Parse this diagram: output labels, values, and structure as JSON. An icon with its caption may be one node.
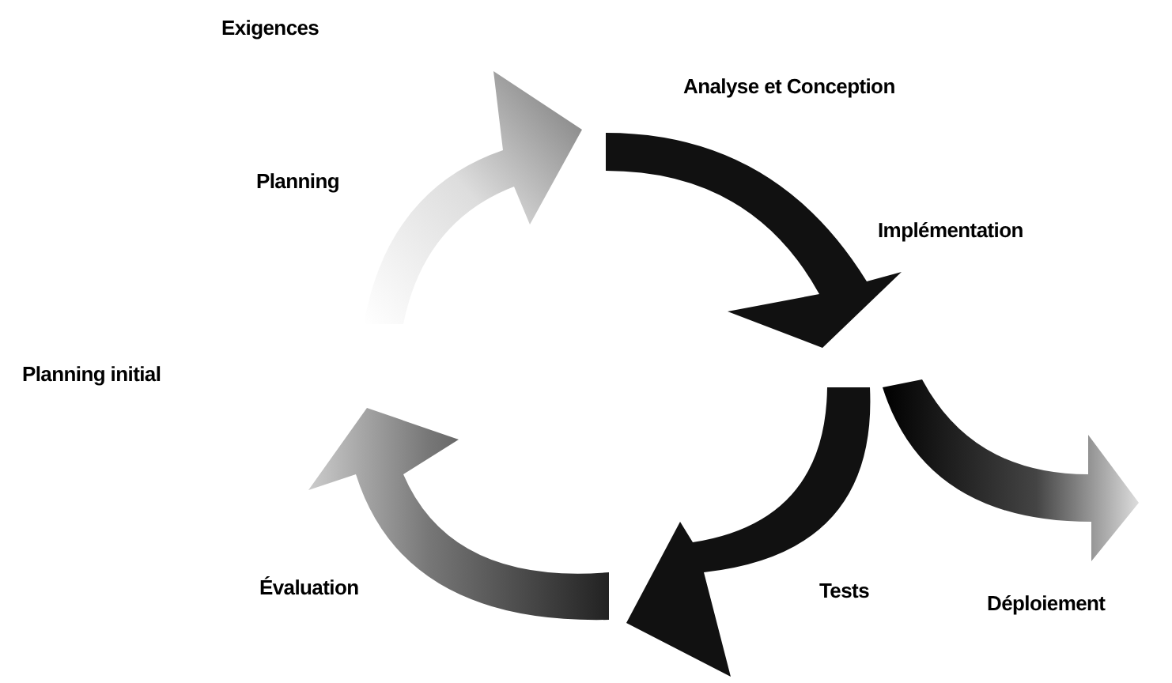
{
  "diagram": {
    "labels": [
      "Exigences",
      "Analyse et Conception",
      "Planning",
      "Implémentation",
      "Planning initial",
      "Évaluation",
      "Tests",
      "Déploiement"
    ]
  }
}
